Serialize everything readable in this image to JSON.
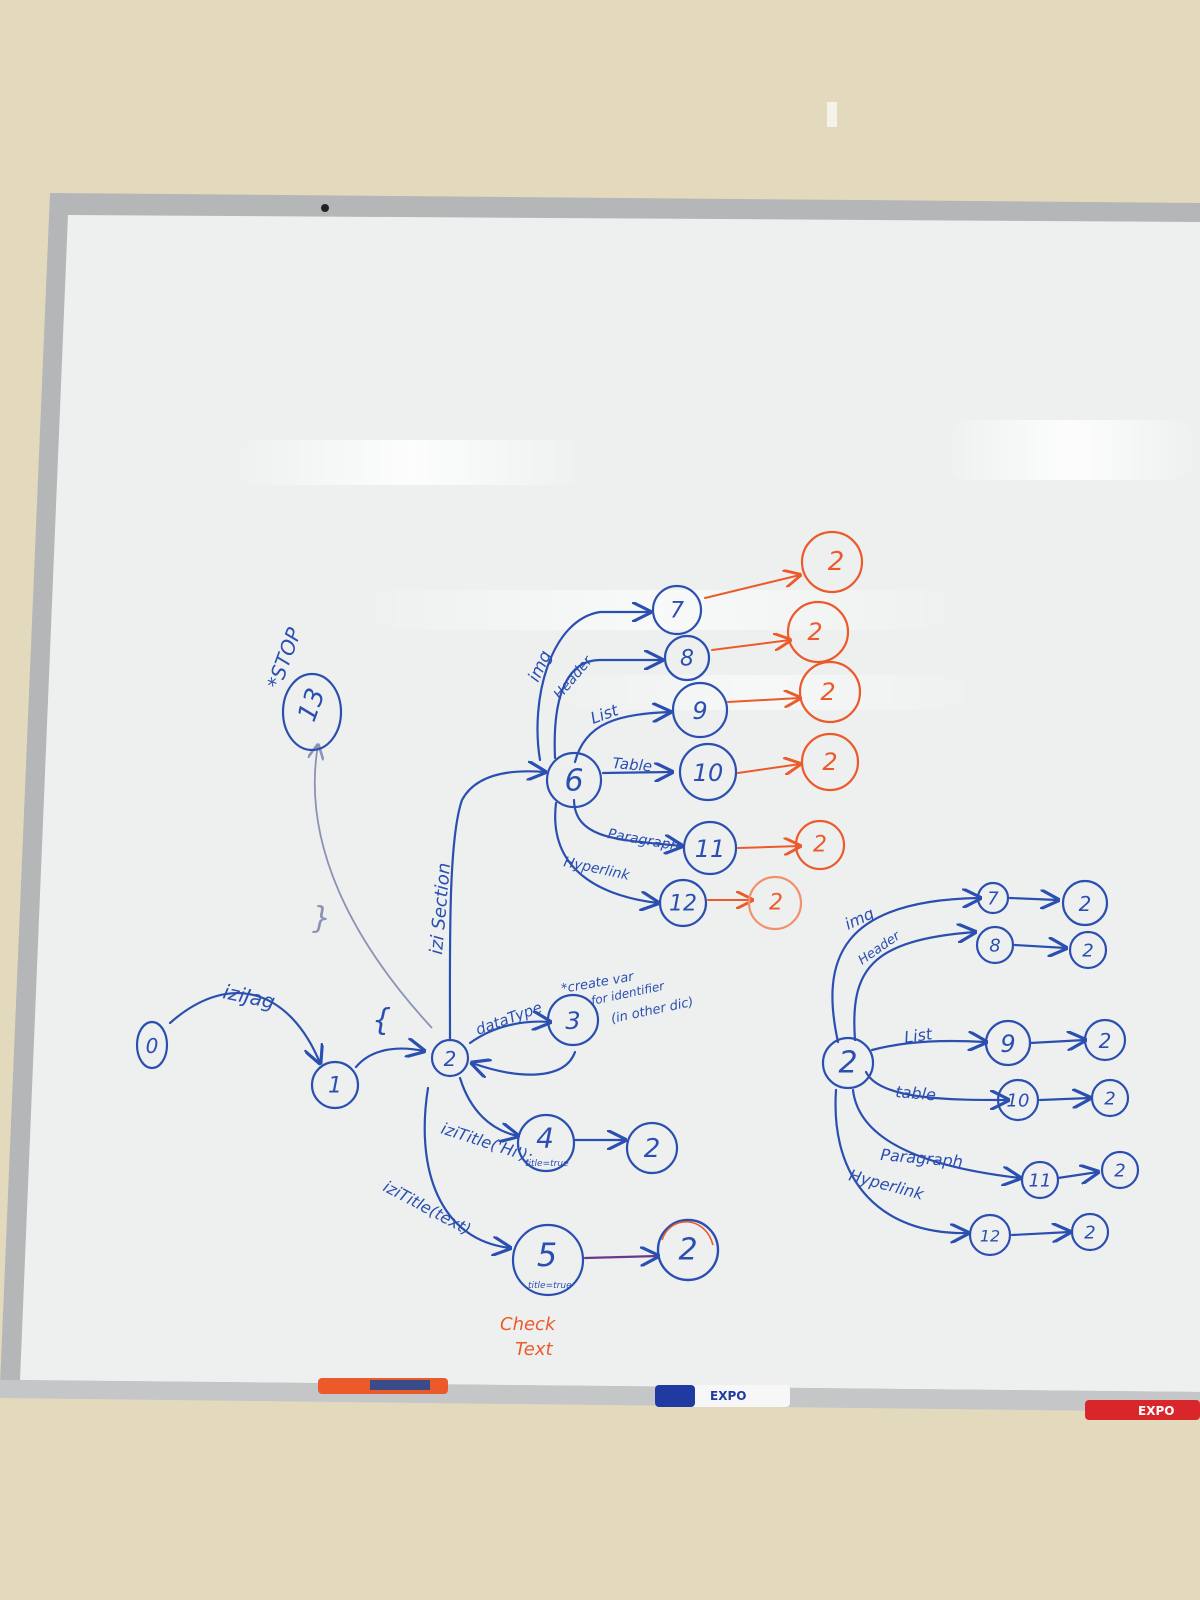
{
  "colors": {
    "wall": "#e3d9bd",
    "board": "#eef0f0",
    "frame": "#b4b6b8",
    "blue": "#2a4fb0",
    "orange": "#ec5a2c",
    "pencil": "#8a93b4"
  },
  "nodes": {
    "n0": "0",
    "n1": "1",
    "n2": "2",
    "n3": "3",
    "n4": "4",
    "n5": "5",
    "n6": "6",
    "n7": "7",
    "n8": "8",
    "n9": "9",
    "n10": "10",
    "n11": "11",
    "n12": "12",
    "n13": "13",
    "o7": "2",
    "o8": "2",
    "o9": "2",
    "o10": "2",
    "o11": "2",
    "o12": "2",
    "n4b": "2",
    "n5b": "2",
    "r2": "2",
    "r7": "7",
    "r8": "8",
    "r9": "9",
    "r10": "10",
    "r11": "11",
    "r12": "12",
    "r7b": "2",
    "r8b": "2",
    "r9b": "2",
    "r10b": "2",
    "r11b": "2",
    "r12b": "2"
  },
  "edges": {
    "e01": "iziJag",
    "e12": "{",
    "e113": "}",
    "e26": "izi Section",
    "e23": "dataType",
    "e24": "iziTitle('Hi');",
    "e25": "iziTitle(text)",
    "e67": "img",
    "e68": "Header",
    "e69": "List",
    "e610": "Table",
    "e611": "Paragraph",
    "e612": "Hyperlink",
    "r27": "img",
    "r28": "Header",
    "r29": "List",
    "r210": "table",
    "r211": "Paragraph",
    "r212": "Hyperlink"
  },
  "notes": {
    "stop": "*STOP",
    "create_var_1": "*create var",
    "create_var_2": "for identifier",
    "create_var_3": "(in other dic)",
    "title_true_4": "title=true",
    "title_true_5": "title=true",
    "check_1": "Check",
    "check_2": "Text"
  },
  "markers": {
    "orange": "",
    "blue": "EXPO",
    "red": "EXPO"
  }
}
